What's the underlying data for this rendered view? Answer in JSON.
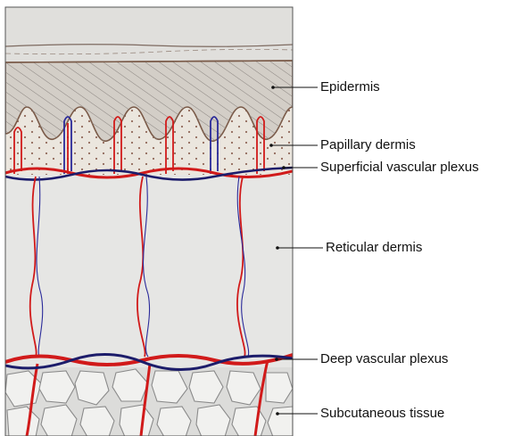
{
  "labels": {
    "epidermis": "Epidermis",
    "papillary_dermis": "Papillary dermis",
    "superficial_plexus": "Superficial vascular plexus",
    "reticular_dermis": "Reticular dermis",
    "deep_plexus": "Deep vascular plexus",
    "subcutaneous": "Subcutaneous tissue"
  },
  "colors": {
    "artery": "#d11a1a",
    "vein": "#2a2a9a",
    "line_dark": "#1a1a1a",
    "dermis_bg": "#e7e7e5",
    "epidermis_fill": "#d2cdc7",
    "papillary_fill": "#e9e4dc",
    "fat_cell": "#f2f2f0"
  }
}
